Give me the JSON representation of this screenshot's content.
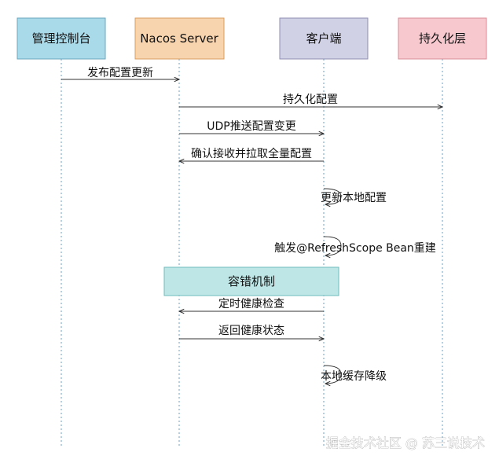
{
  "participants": [
    {
      "id": "admin",
      "label": "管理控制台",
      "fill": "#a9daea",
      "stroke": "#6aa6bc"
    },
    {
      "id": "server",
      "label": "Nacos Server",
      "fill": "#f7d4ad",
      "stroke": "#d99b5e"
    },
    {
      "id": "client",
      "label": "客户端",
      "fill": "#d1d1e6",
      "stroke": "#8d8db0"
    },
    {
      "id": "store",
      "label": "持久化层",
      "fill": "#f7c9cf",
      "stroke": "#d98c95"
    }
  ],
  "messages": [
    {
      "from": "admin",
      "to": "server",
      "text": "发布配置更新"
    },
    {
      "from": "server",
      "to": "store",
      "text": "持久化配置"
    },
    {
      "from": "server",
      "to": "client",
      "text": "UDP推送配置变更"
    },
    {
      "from": "client",
      "to": "server",
      "text": "确认接收并拉取全量配置"
    },
    {
      "self": "client",
      "text": "更新本地配置"
    },
    {
      "self": "client",
      "text": "触发@RefreshScope Bean重建"
    },
    {
      "from": "client",
      "to": "server",
      "text": "定时健康检查"
    },
    {
      "from": "server",
      "to": "client",
      "text": "返回健康状态"
    },
    {
      "self": "client",
      "text": "本地缓存降级"
    }
  ],
  "fault_box": {
    "label": "容错机制",
    "fill": "#bfe6e6",
    "stroke": "#6fbcbc"
  },
  "watermark": "掘金技术社区 @ 苏三说技术",
  "colors": {
    "line": "#333333",
    "lifeline": "#6a9fc0"
  }
}
